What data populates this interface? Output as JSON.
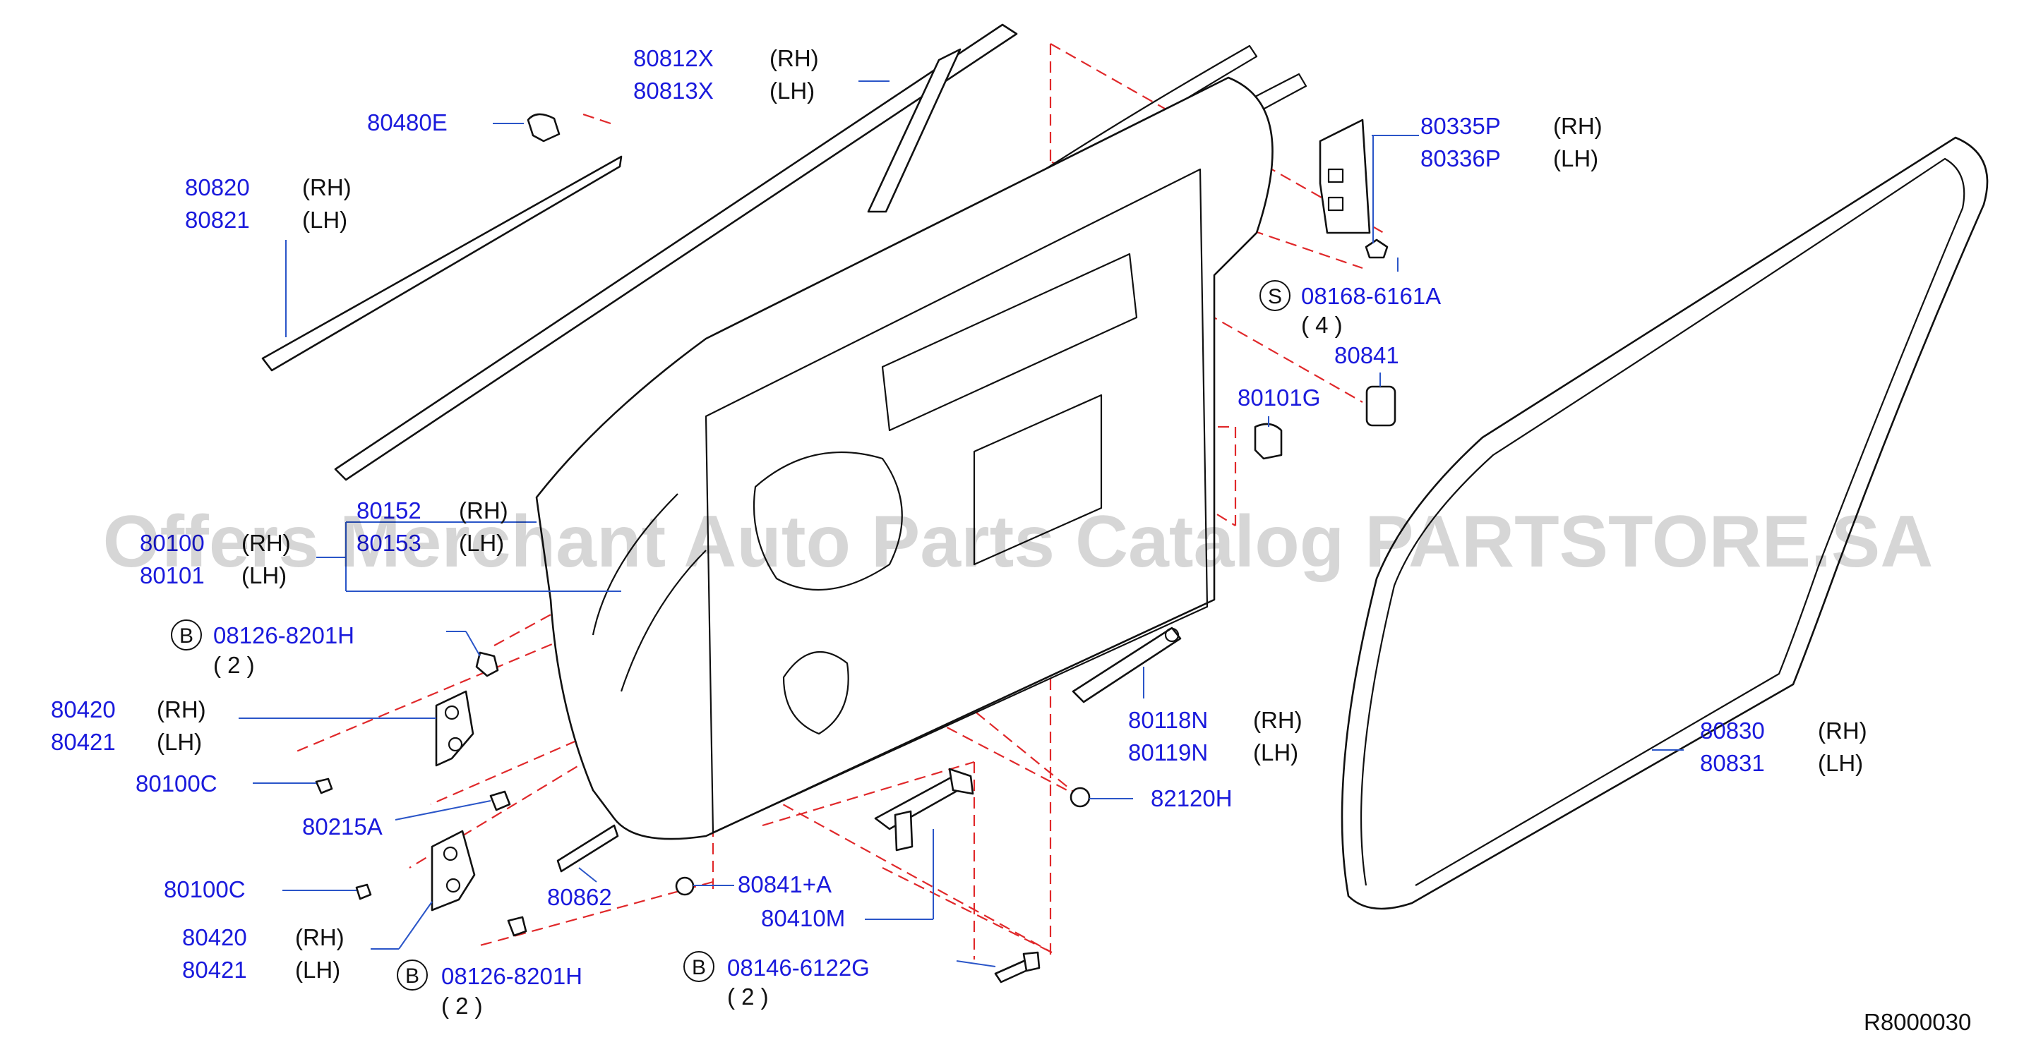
{
  "labels": {
    "p80812X": "80812X",
    "s80812X": "(RH)",
    "p80813X": "80813X",
    "s80813X": "(LH)",
    "p80480E": "80480E",
    "p80820": "80820",
    "s80820": "(RH)",
    "p80821": "80821",
    "s80821": "(LH)",
    "p80335P": "80335P",
    "s80335P": "(RH)",
    "p80336P": "80336P",
    "s80336P": "(LH)",
    "b1": "S",
    "p08168": "08168-6161A",
    "q08168": "( 4 )",
    "p80841": "80841",
    "p80101G": "80101G",
    "p80152": "80152",
    "s80152": "(RH)",
    "p80153": "80153",
    "s80153": "(LH)",
    "p80100": "80100",
    "s80100": "(RH)",
    "p80101": "80101",
    "s80101": "(LH)",
    "b2": "B",
    "p08126a": "08126-8201H",
    "q08126a": "( 2 )",
    "p80420a": "80420",
    "s80420a": "(RH)",
    "p80421a": "80421",
    "s80421a": "(LH)",
    "p80100C_a": "80100C",
    "p80215A": "80215A",
    "p80100C_b": "80100C",
    "p80420b": "80420",
    "s80420b": "(RH)",
    "p80421b": "80421",
    "s80421b": "(LH)",
    "b3": "B",
    "p08126b": "08126-8201H",
    "q08126b": "( 2 )",
    "p80862": "80862",
    "p80841A": "80841+A",
    "p80410M": "80410M",
    "b4": "B",
    "p08146": "08146-6122G",
    "q08146": "( 2 )",
    "p80118N": "80118N",
    "s80118N": "(RH)",
    "p80119N": "80119N",
    "s80119N": "(LH)",
    "p82120H": "82120H",
    "p80830": "80830",
    "s80830": "(RH)",
    "p80831": "80831",
    "s80831": "(LH)",
    "ref": "R8000030",
    "watermark": "Offers Merchant Auto Parts Catalog PARTSTORE.SA"
  },
  "colors": {
    "part_number": "#1a1adc",
    "leader_line": "#2a55c8",
    "dashed_guide": "#e0282a",
    "linework": "#111111"
  }
}
